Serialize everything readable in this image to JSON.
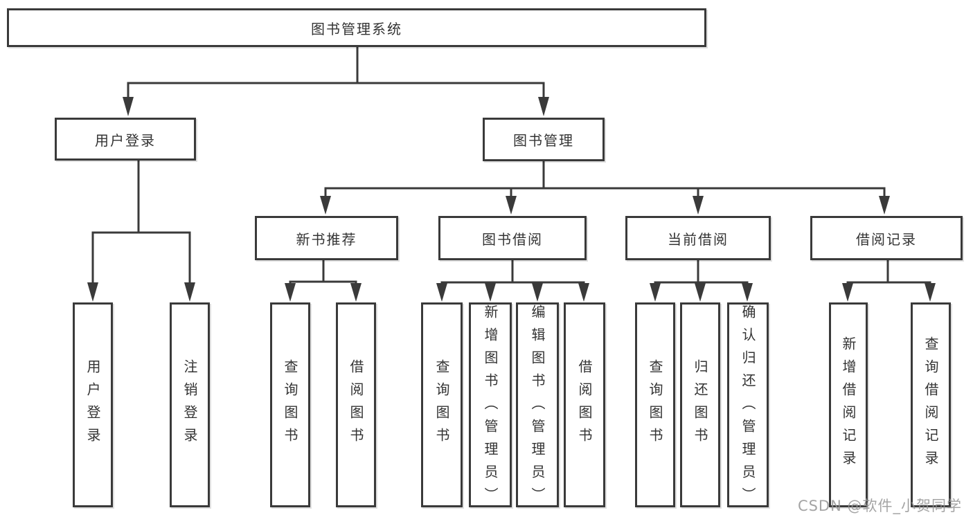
{
  "tree": {
    "root": "图书管理系统",
    "children": [
      {
        "label": "用户登录",
        "children": [
          {
            "label": "用户登录"
          },
          {
            "label": "注销登录"
          }
        ]
      },
      {
        "label": "图书管理",
        "children": [
          {
            "label": "新书推荐",
            "children": [
              {
                "label": "查询图书"
              },
              {
                "label": "借阅图书"
              }
            ]
          },
          {
            "label": "图书借阅",
            "children": [
              {
                "label": "查询图书"
              },
              {
                "label": "新增图书（管理员）"
              },
              {
                "label": "编辑图书（管理员）"
              },
              {
                "label": "借阅图书"
              }
            ]
          },
          {
            "label": "当前借阅",
            "children": [
              {
                "label": "查询图书"
              },
              {
                "label": "归还图书"
              },
              {
                "label": "确认归还（管理员）"
              }
            ]
          },
          {
            "label": "借阅记录",
            "children": [
              {
                "label": "新增借阅记录"
              },
              {
                "label": "查询借阅记录"
              }
            ]
          }
        ]
      }
    ]
  },
  "watermark": "CSDN @软件_小贺同学",
  "colors": {
    "line": "#3a3a3a",
    "text": "#333333",
    "watermark": "#949494",
    "background": "#ffffff"
  }
}
